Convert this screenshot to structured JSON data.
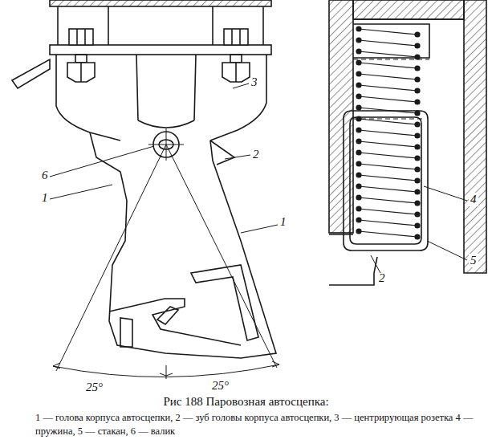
{
  "diagram": {
    "caption": "Рис 188 Паровозная автосцепка:",
    "labels": [
      "6",
      "1",
      "3",
      "2",
      "1",
      "4",
      "5",
      "2",
      "25°",
      "25°",
      "1 — голова корпуса автосцепки, 2 — зуб головы корпуса автосцепки, 3 — центрирующая розетка 4 — пружина, 5 — стакан, 6 — валик"
    ]
  }
}
